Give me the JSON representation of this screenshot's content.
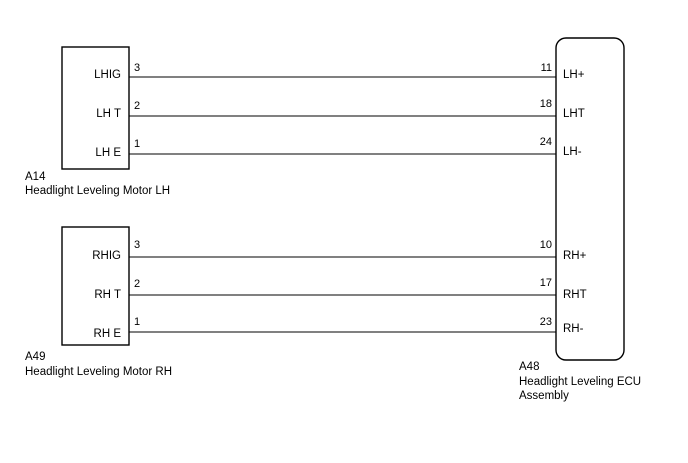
{
  "components": {
    "lh_motor": {
      "code": "A14",
      "name": "Headlight Leveling Motor LH",
      "terminals": [
        {
          "label": "LHIG",
          "pin": "3"
        },
        {
          "label": "LH T",
          "pin": "2"
        },
        {
          "label": "LH E",
          "pin": "1"
        }
      ]
    },
    "rh_motor": {
      "code": "A49",
      "name": "Headlight Leveling Motor RH",
      "terminals": [
        {
          "label": "RHIG",
          "pin": "3"
        },
        {
          "label": "RH T",
          "pin": "2"
        },
        {
          "label": "RH E",
          "pin": "1"
        }
      ]
    },
    "ecu": {
      "code": "A48",
      "name_line1": "Headlight Leveling ECU",
      "name_line2": "Assembly",
      "terminals": [
        {
          "label": "LH+",
          "pin": "11"
        },
        {
          "label": "LHT",
          "pin": "18"
        },
        {
          "label": "LH-",
          "pin": "24"
        },
        {
          "label": "RH+",
          "pin": "10"
        },
        {
          "label": "RHT",
          "pin": "17"
        },
        {
          "label": "RH-",
          "pin": "23"
        }
      ]
    }
  }
}
